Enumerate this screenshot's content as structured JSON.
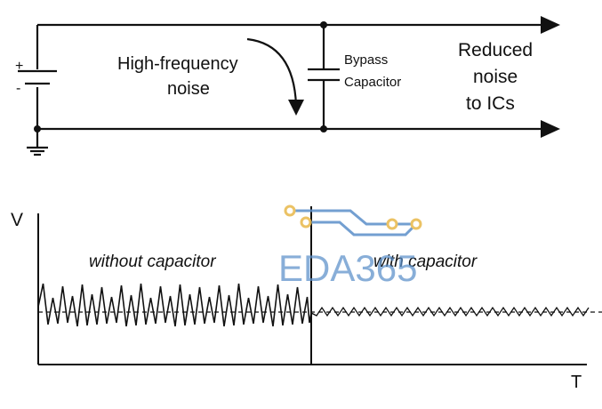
{
  "circuit": {
    "battery_plus": "+",
    "battery_minus": "-",
    "noise_label_line1": "High-frequency",
    "noise_label_line2": "noise",
    "capacitor_label_line1": "Bypass",
    "capacitor_label_line2": "Capacitor",
    "output_label_line1": "Reduced",
    "output_label_line2": "noise",
    "output_label_line3": "to ICs"
  },
  "plot": {
    "y_axis_label": "V",
    "x_axis_label": "T",
    "left_region_label": "without capacitor",
    "right_region_label": "with capacitor"
  },
  "watermark": {
    "text": "EDA365",
    "color": "#5b8fc9",
    "accent_color": "#e8b84a"
  }
}
